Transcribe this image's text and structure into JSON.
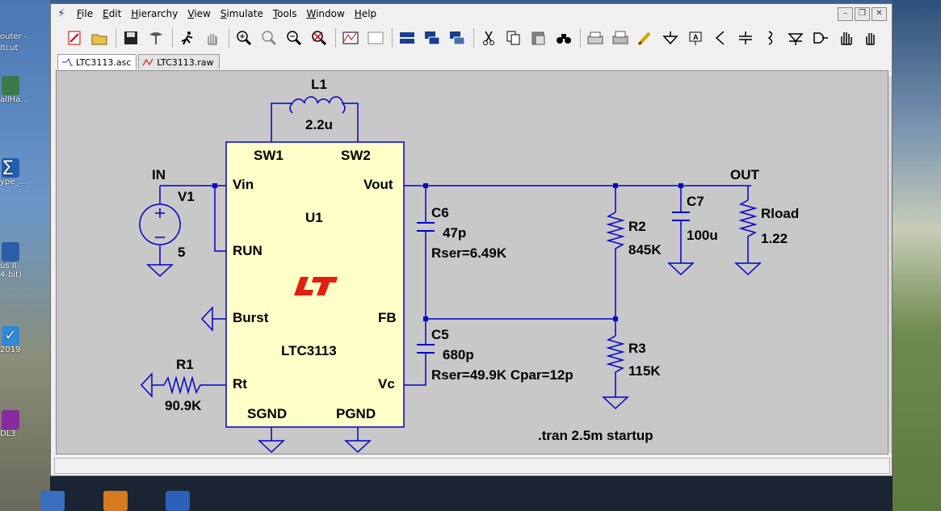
{
  "window": {
    "title": ""
  },
  "menu": [
    "File",
    "Edit",
    "Hierarchy",
    "View",
    "Simulate",
    "Tools",
    "Window",
    "Help"
  ],
  "tabs": [
    {
      "label": "LTC3113.asc",
      "active": true
    },
    {
      "label": "LTC3113.raw",
      "active": false
    }
  ],
  "desktop_icons": [
    "outer -",
    "itcut",
    "allHa...",
    "ype_...",
    "us II",
    "4-bit)",
    "2019",
    "DL3"
  ],
  "schematic": {
    "inductor": {
      "ref": "L1",
      "value": "2.2u"
    },
    "source": {
      "ref": "V1",
      "value": "5"
    },
    "ic": {
      "ref": "U1",
      "part": "LTC3113",
      "pins": {
        "sw1": "SW1",
        "sw2": "SW2",
        "vin": "Vin",
        "vout": "Vout",
        "run": "RUN",
        "burst": "Burst",
        "fb": "FB",
        "rt": "Rt",
        "vc": "Vc",
        "sgnd": "SGND",
        "pgnd": "PGND"
      },
      "logo": "LT"
    },
    "nets": {
      "in": "IN",
      "out": "OUT"
    },
    "c6": {
      "ref": "C6",
      "value": "47p",
      "attr": "Rser=6.49K"
    },
    "c5": {
      "ref": "C5",
      "value": "680p",
      "attr": "Rser=49.9K Cpar=12p"
    },
    "c7": {
      "ref": "C7",
      "value": "100u"
    },
    "r1": {
      "ref": "R1",
      "value": "90.9K"
    },
    "r2": {
      "ref": "R2",
      "value": "845K"
    },
    "r3": {
      "ref": "R3",
      "value": "115K"
    },
    "rload": {
      "ref": "Rload",
      "value": "1.22"
    },
    "directive": ".tran 2.5m startup"
  },
  "colors": {
    "wire": "#0000cc",
    "ic_fill": "#ffffc8",
    "logo": "#e02010",
    "canvas": "#c8c8c8"
  }
}
